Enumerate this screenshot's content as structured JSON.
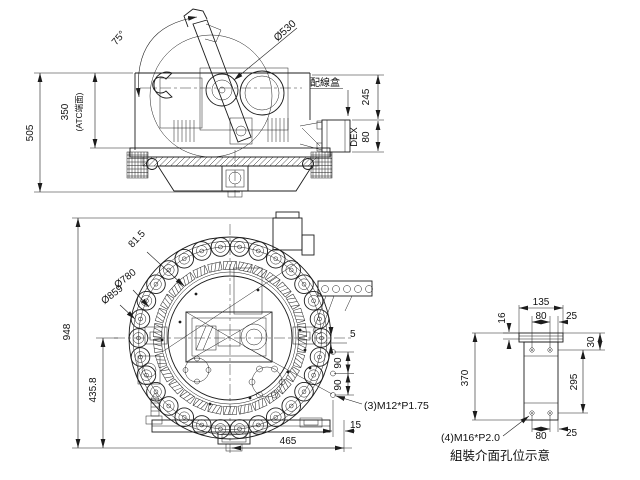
{
  "side_view": {
    "dim_505": "505",
    "dim_350": "350",
    "atc_note": "(ATC端面)",
    "angle_75": "75°",
    "dia_530": "Ø530",
    "wiring_box_label": "配線盒",
    "dim_245": "245",
    "dex_label": "DEX",
    "dim_80": "80"
  },
  "front_view": {
    "dim_948": "948",
    "dim_435_8": "435.8",
    "dim_81_5": "81.5",
    "dia_780": "Ø780",
    "dia_859": "Ø859",
    "dim_5": "5",
    "dim_90_upper": "90",
    "dim_90_lower": "90",
    "thread_note_m12": "(3)M12*P1.75",
    "dim_15": "15",
    "dim_465": "465"
  },
  "interface_view": {
    "dim_135": "135",
    "dim_80_top": "80",
    "dim_25_top": "25",
    "dim_16": "16",
    "dim_370": "370",
    "dim_295": "295",
    "dim_30": "30",
    "dim_80_bottom": "80",
    "dim_25_bottom": "25",
    "thread_note_m16": "(4)M16*P2.0",
    "caption": "組裝介面孔位示意"
  }
}
